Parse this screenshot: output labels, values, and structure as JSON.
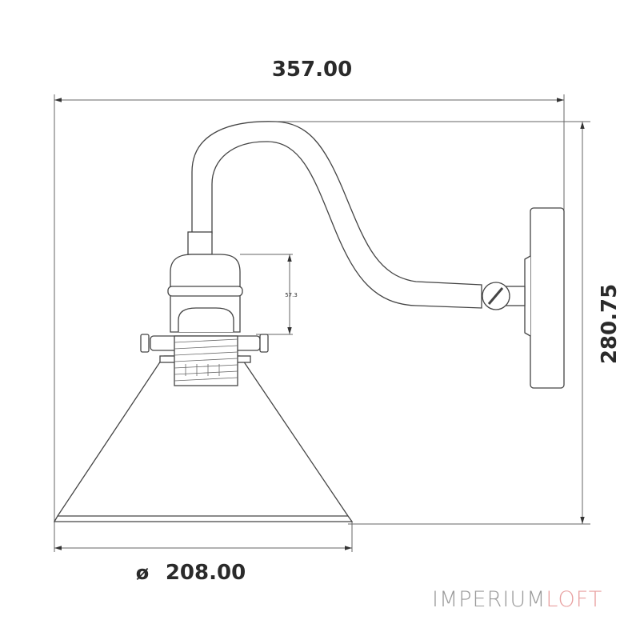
{
  "dimensions": {
    "width": "357.00",
    "height": "280.75",
    "diameter_symbol": "ø",
    "diameter": "208.00",
    "socket_height": "57.3"
  },
  "logo": {
    "part1": "IMPERIUM",
    "part2": "LOFT",
    "color1": "#9a9a9a",
    "color2": "#e8a0a0"
  },
  "colors": {
    "line": "#444444",
    "dim_line": "#555555"
  }
}
